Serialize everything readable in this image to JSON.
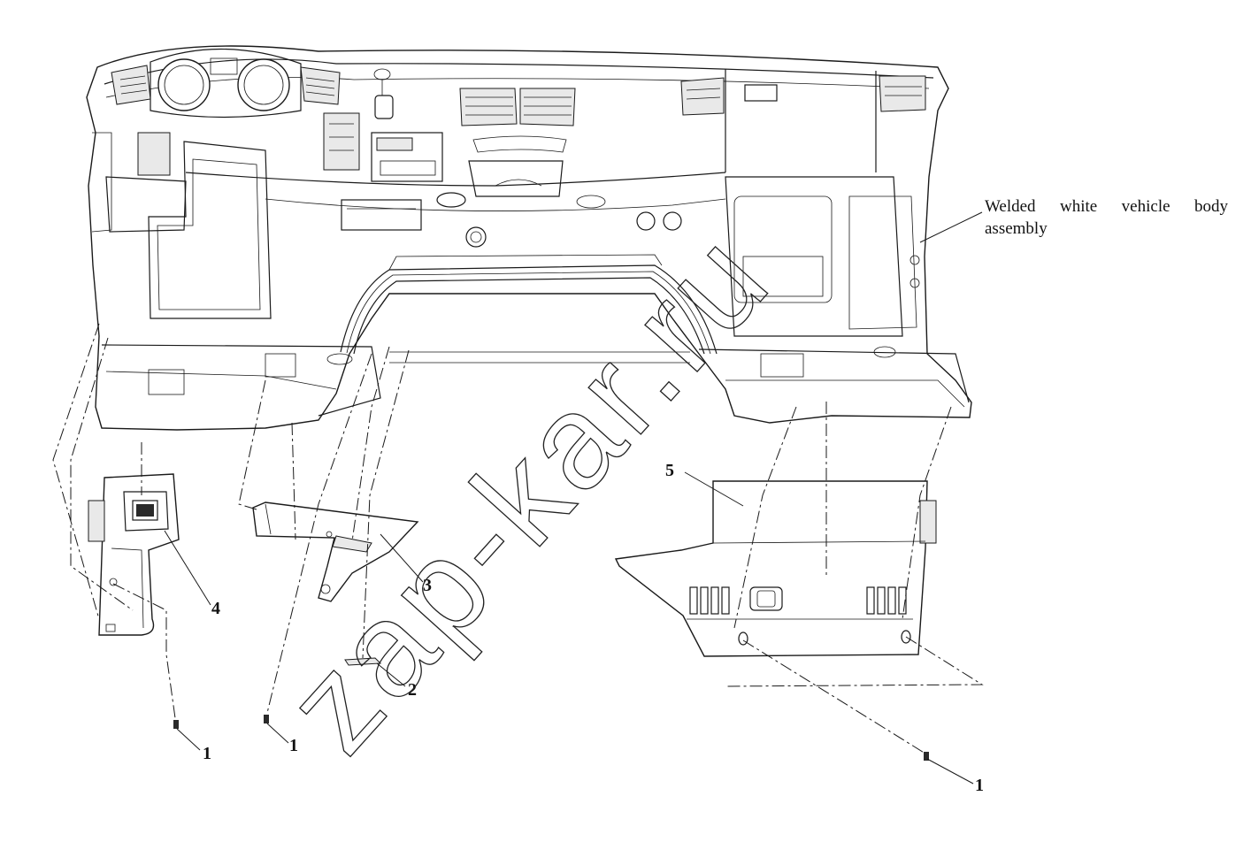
{
  "watermark": "zap-kar.ru",
  "body_label": "Welded white vehicle body assembly",
  "callouts": {
    "bolt_left": "1",
    "bolt_middle": "1",
    "bolt_right": "1",
    "clip": "2",
    "bracket": "3",
    "left_trim": "4",
    "right_trim": "5"
  }
}
